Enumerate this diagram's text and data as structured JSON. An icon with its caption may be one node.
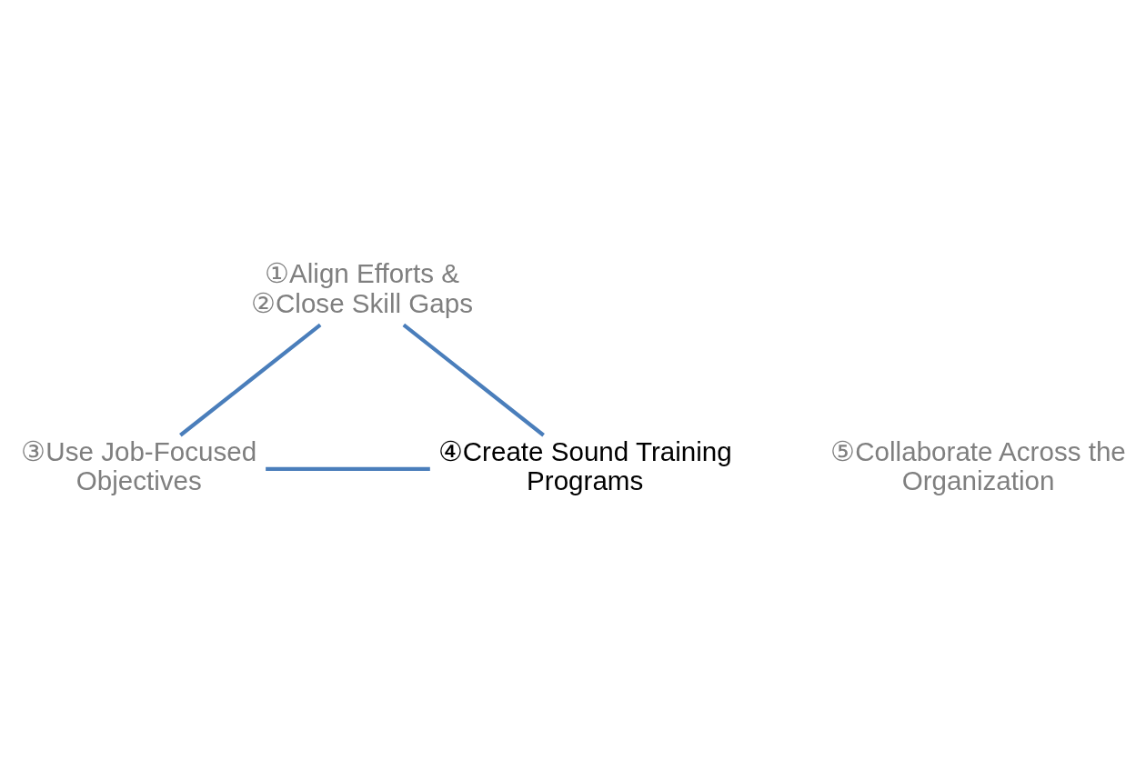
{
  "diagram": {
    "nodes": [
      {
        "text": [
          "①Align Efforts & ②Close Skill Gaps"
        ]
      },
      {
        "text": [
          "③Use Job-Focused Objectives"
        ]
      },
      {
        "text": [
          "④Create Sound Training Programs"
        ]
      }
    ],
    "edges": [
      {
        "from": 0,
        "to": 1,
        "arrow": "none"
      },
      {
        "from": 0,
        "to": 2,
        "arrow": "none"
      },
      {
        "from": 1,
        "to": 2,
        "arrow": "none"
      }
    ],
    "labels": [
      "⑤Collaborate Across the Organization"
    ]
  }
}
